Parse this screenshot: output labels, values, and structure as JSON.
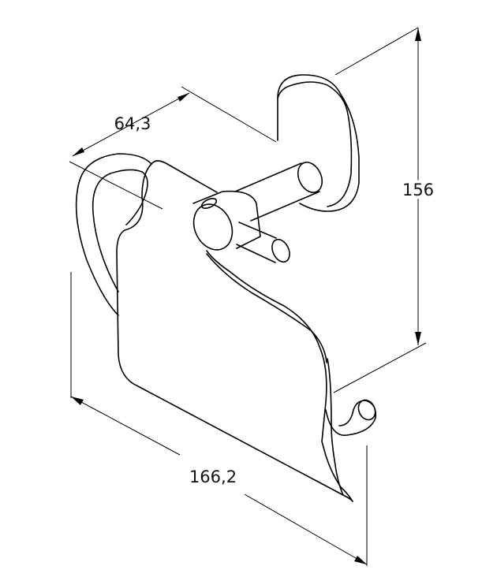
{
  "dimensions": {
    "depth": "64,3",
    "height": "156",
    "width": "166,2"
  },
  "colors": {
    "line": "#000000",
    "background": "#ffffff"
  }
}
